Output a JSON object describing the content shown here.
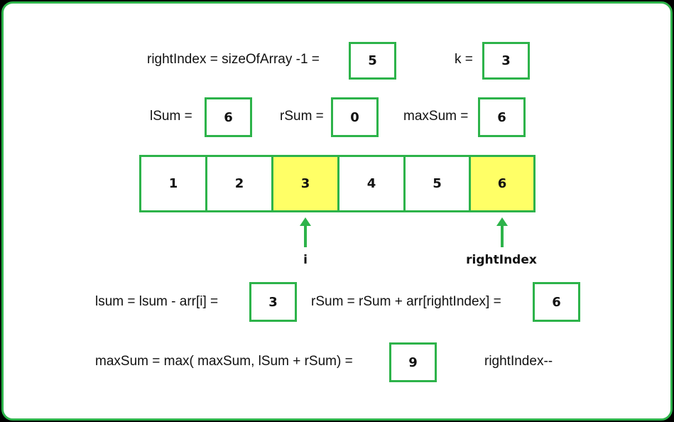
{
  "row1": {
    "right_index_label": "rightIndex = sizeOfArray -1 =",
    "right_index_value": "5",
    "k_label": "k =",
    "k_value": "3"
  },
  "row2": {
    "lsum_label": "lSum =",
    "lsum_value": "6",
    "rsum_label": "rSum =",
    "rsum_value": "0",
    "maxsum_label": "maxSum =",
    "maxsum_value": "6"
  },
  "array": {
    "cells": [
      "1",
      "2",
      "3",
      "4",
      "5",
      "6"
    ],
    "highlight_color": "#ffff66",
    "border_color": "#2db34a"
  },
  "pointers": {
    "i_label": "i",
    "right_index_label": "rightIndex"
  },
  "row3": {
    "lsum_update_label": "lsum = lsum - arr[i] =",
    "lsum_update_value": "3",
    "rsum_update_label": "rSum = rSum + arr[rightIndex] =",
    "rsum_update_value": "6"
  },
  "row4": {
    "maxsum_update_label": "maxSum =  max( maxSum, lSum + rSum) =",
    "maxsum_update_value": "9",
    "decrement_label": "rightIndex--"
  }
}
